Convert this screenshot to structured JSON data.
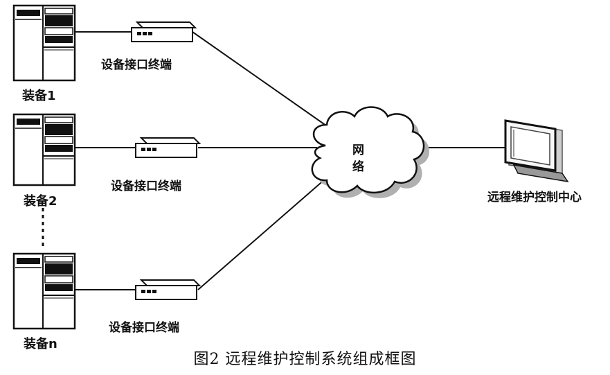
{
  "equipment": [
    {
      "label": "装备1"
    },
    {
      "label": "装备2"
    },
    {
      "label": "装备n"
    }
  ],
  "terminals": [
    {
      "label": "设备接口终端"
    },
    {
      "label": "设备接口终端"
    },
    {
      "label": "设备接口终端"
    }
  ],
  "network": {
    "label_line1": "网",
    "label_line2": "络"
  },
  "control_center": {
    "label": "远程维护控制中心"
  },
  "caption": "图2   远程维护控制系统组成框图"
}
